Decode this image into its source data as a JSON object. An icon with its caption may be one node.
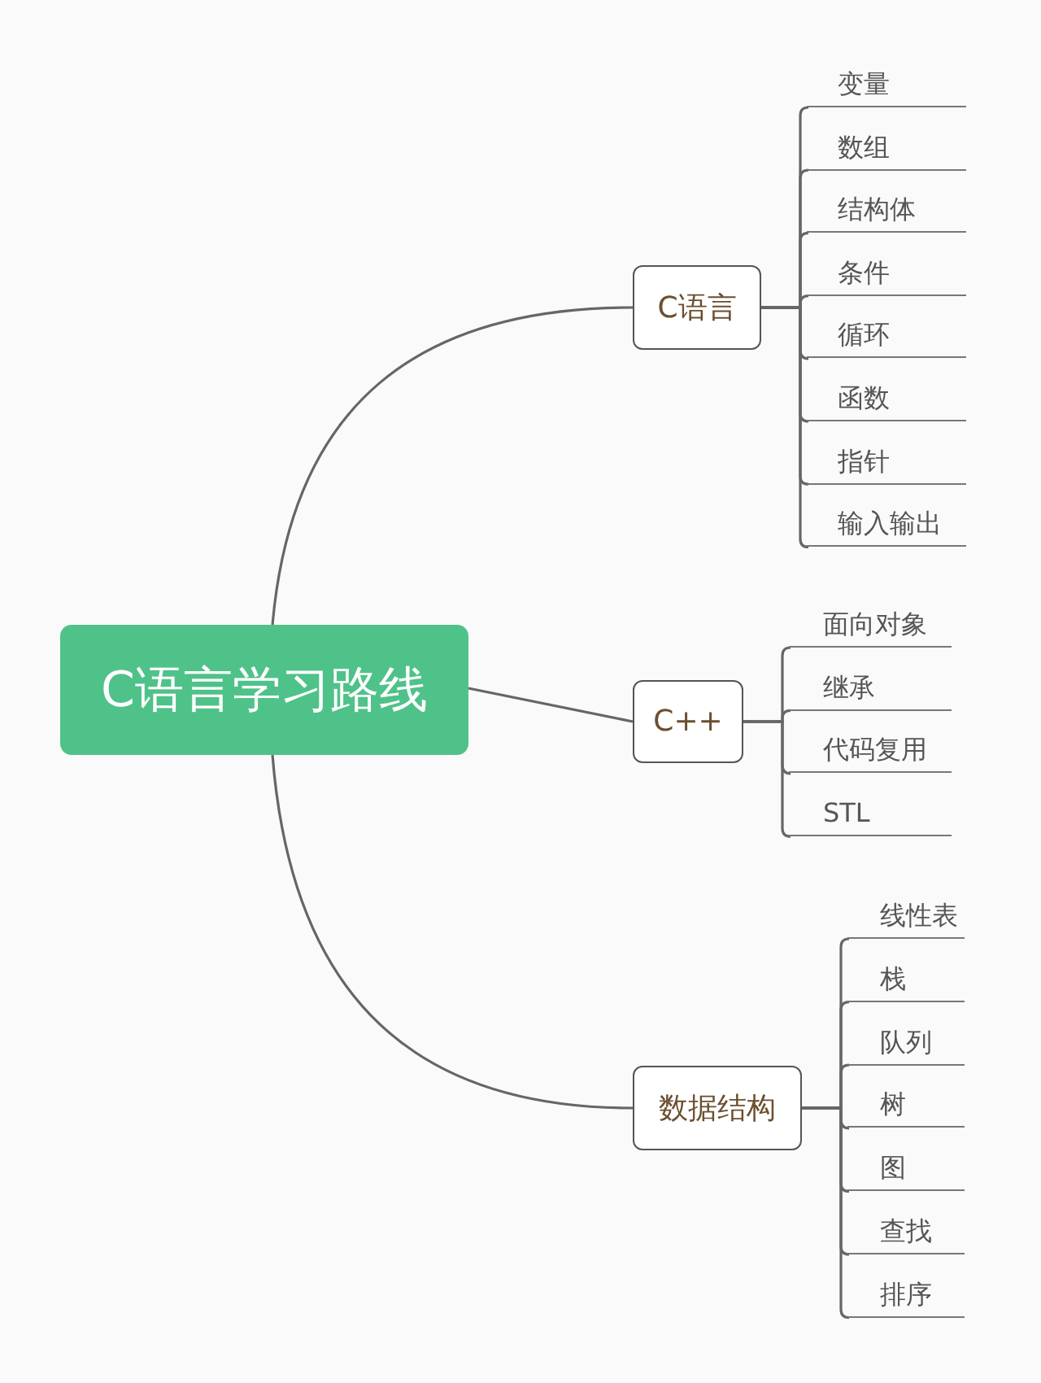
{
  "diagram": {
    "nodes": [
      {
        "text": [
          "C语言学习路线"
        ]
      },
      {
        "text": [
          "C语言"
        ]
      },
      {
        "text": [
          "变量"
        ]
      },
      {
        "text": [
          "数组"
        ]
      },
      {
        "text": [
          "结构体"
        ]
      },
      {
        "text": [
          "条件"
        ]
      },
      {
        "text": [
          "循环"
        ]
      },
      {
        "text": [
          "函数"
        ]
      },
      {
        "text": [
          "指针"
        ]
      },
      {
        "text": [
          "输入输出"
        ]
      },
      {
        "text": [
          "C++"
        ]
      },
      {
        "text": [
          "面向对象"
        ]
      },
      {
        "text": [
          "继承"
        ]
      },
      {
        "text": [
          "代码复用"
        ]
      },
      {
        "text": [
          "STL"
        ]
      },
      {
        "text": [
          "数据结构"
        ]
      },
      {
        "text": [
          "线性表"
        ]
      },
      {
        "text": [
          "栈"
        ]
      },
      {
        "text": [
          "队列"
        ]
      },
      {
        "text": [
          "树"
        ]
      },
      {
        "text": [
          "图"
        ]
      },
      {
        "text": [
          "查找"
        ]
      },
      {
        "text": [
          "排序"
        ]
      }
    ],
    "edges": [
      {
        "from": 0,
        "to": 1,
        "arrow": "none"
      },
      {
        "from": 0,
        "to": 10,
        "arrow": "none"
      },
      {
        "from": 0,
        "to": 15,
        "arrow": "none"
      },
      {
        "from": 1,
        "to": 2,
        "arrow": "none"
      },
      {
        "from": 1,
        "to": 3,
        "arrow": "none"
      },
      {
        "from": 1,
        "to": 4,
        "arrow": "none"
      },
      {
        "from": 1,
        "to": 5,
        "arrow": "none"
      },
      {
        "from": 1,
        "to": 6,
        "arrow": "none"
      },
      {
        "from": 1,
        "to": 7,
        "arrow": "none"
      },
      {
        "from": 1,
        "to": 8,
        "arrow": "none"
      },
      {
        "from": 1,
        "to": 9,
        "arrow": "none"
      },
      {
        "from": 10,
        "to": 11,
        "arrow": "none"
      },
      {
        "from": 10,
        "to": 12,
        "arrow": "none"
      },
      {
        "from": 10,
        "to": 13,
        "arrow": "none"
      },
      {
        "from": 10,
        "to": 14,
        "arrow": "none"
      },
      {
        "from": 15,
        "to": 16,
        "arrow": "none"
      },
      {
        "from": 15,
        "to": 17,
        "arrow": "none"
      },
      {
        "from": 15,
        "to": 18,
        "arrow": "none"
      },
      {
        "from": 15,
        "to": 19,
        "arrow": "none"
      },
      {
        "from": 15,
        "to": 20,
        "arrow": "none"
      },
      {
        "from": 15,
        "to": 21,
        "arrow": "none"
      },
      {
        "from": 15,
        "to": 22,
        "arrow": "none"
      }
    ]
  }
}
